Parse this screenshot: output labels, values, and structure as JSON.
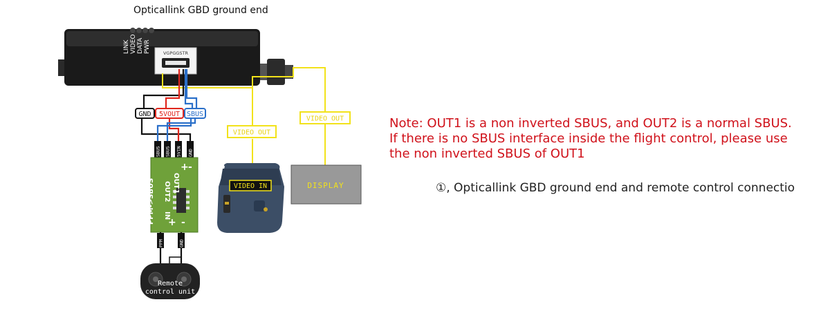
{
  "title": "Opticallink GBD ground end",
  "led_labels": [
    "LINK",
    "VIDEO",
    "DATA",
    "PWR"
  ],
  "usb_label": "VGPGGSTR",
  "wire_tags": {
    "gnd": "GND",
    "vout": "5VOUT",
    "sbus": "SBUS"
  },
  "video_out_left": "VIDEO OUT",
  "video_out_right": "VIDEO OUT",
  "video_in": "VIDEO IN",
  "display": "DISPLAY",
  "converter": {
    "name": "PPM->SBUS",
    "out2": "OUT2",
    "out1": "OUT1",
    "plus": "+",
    "minus": "-",
    "in": "IN",
    "top_pins": [
      "SBUS",
      "SBUS",
      "5VIN",
      "GND"
    ],
    "bottom_pins": [
      "PPM",
      "GND"
    ]
  },
  "remote": {
    "line1": "Remote",
    "line2": "control unit"
  },
  "note": {
    "line1": "Note: OUT1 is a non inverted SBUS, and OUT2 is a normal SBUS.",
    "line2": "If there is no SBUS interface inside the flight control, please use",
    "line3": "the non inverted SBUS of OUT1"
  },
  "caption": "①, Opticallink GBD ground end and remote control connectio",
  "colors": {
    "note_red": "#d0121b",
    "wire_yellow": "#f2e21a",
    "wire_red": "#e0261c",
    "wire_blue": "#2a6fc9",
    "board_green": "#6fa13a"
  }
}
